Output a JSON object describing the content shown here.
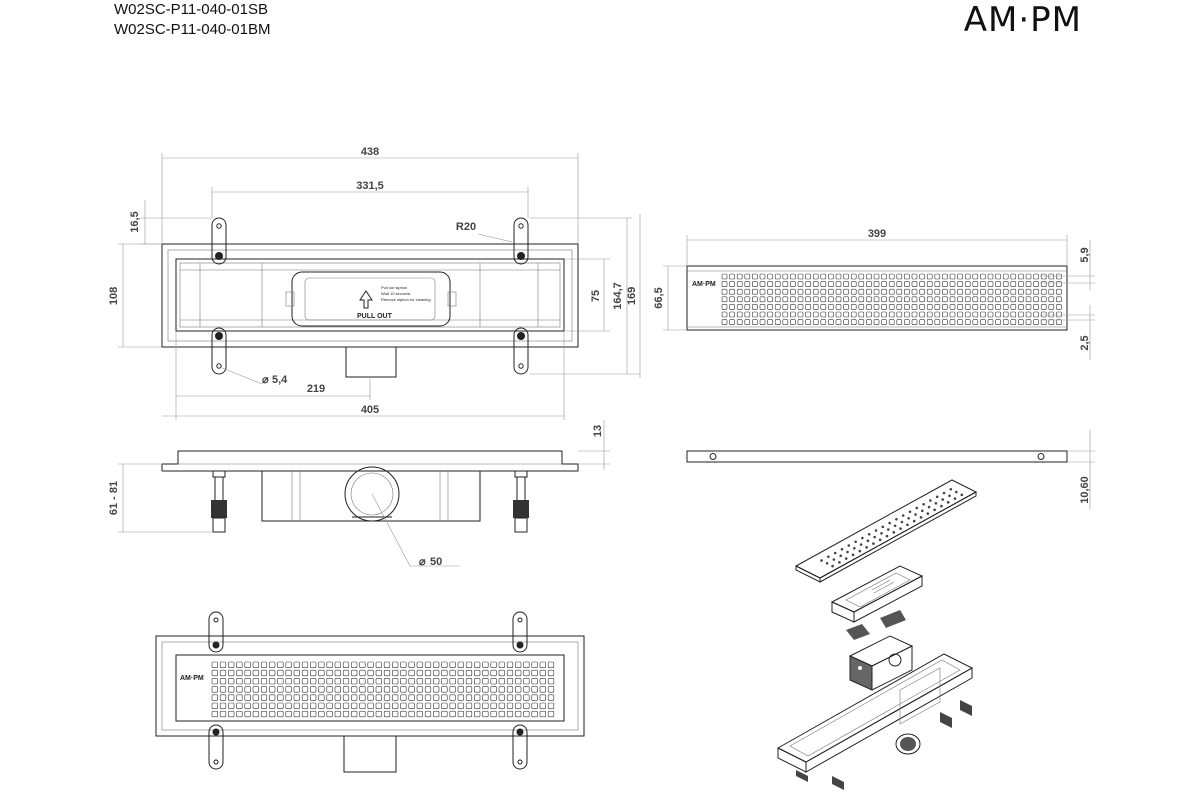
{
  "header": {
    "model_code_1": "W02SC-P11-040-01SB",
    "model_code_2": "W02SC-P11-040-01BM",
    "brand": "AM·PM"
  },
  "top_view": {
    "dims": {
      "total_length": "438",
      "bolt_spacing": "331,5",
      "body_length": "405",
      "outlet_offset": "219",
      "hole_diameter": "5,4",
      "radius": "R20",
      "flange_height": "16,5",
      "body_width": "108",
      "inner_width": "75",
      "width_164": "164,7",
      "total_width": "169"
    },
    "insert_label": "PULL OUT",
    "insert_small_lines": [
      "Pull out siphon",
      "Wait 10 seconds",
      "Remove siphon for cleaning"
    ]
  },
  "grate_view": {
    "dims": {
      "grate_length": "399",
      "grate_width": "66,5",
      "top_edge": "5,9",
      "bottom_edge": "2,5"
    },
    "grate_brand": "AM·PM"
  },
  "side_view": {
    "dims": {
      "frame_height": "13",
      "leg_range": "61 - 81",
      "outlet_diameter": "50"
    }
  },
  "grate_side": {
    "dims": {
      "thickness": "10,60"
    }
  },
  "assembled_view": {
    "grate_brand": "AM·PM"
  },
  "colors": {
    "line": "#222222",
    "dimension_text": "#444444",
    "background": "#ffffff"
  }
}
